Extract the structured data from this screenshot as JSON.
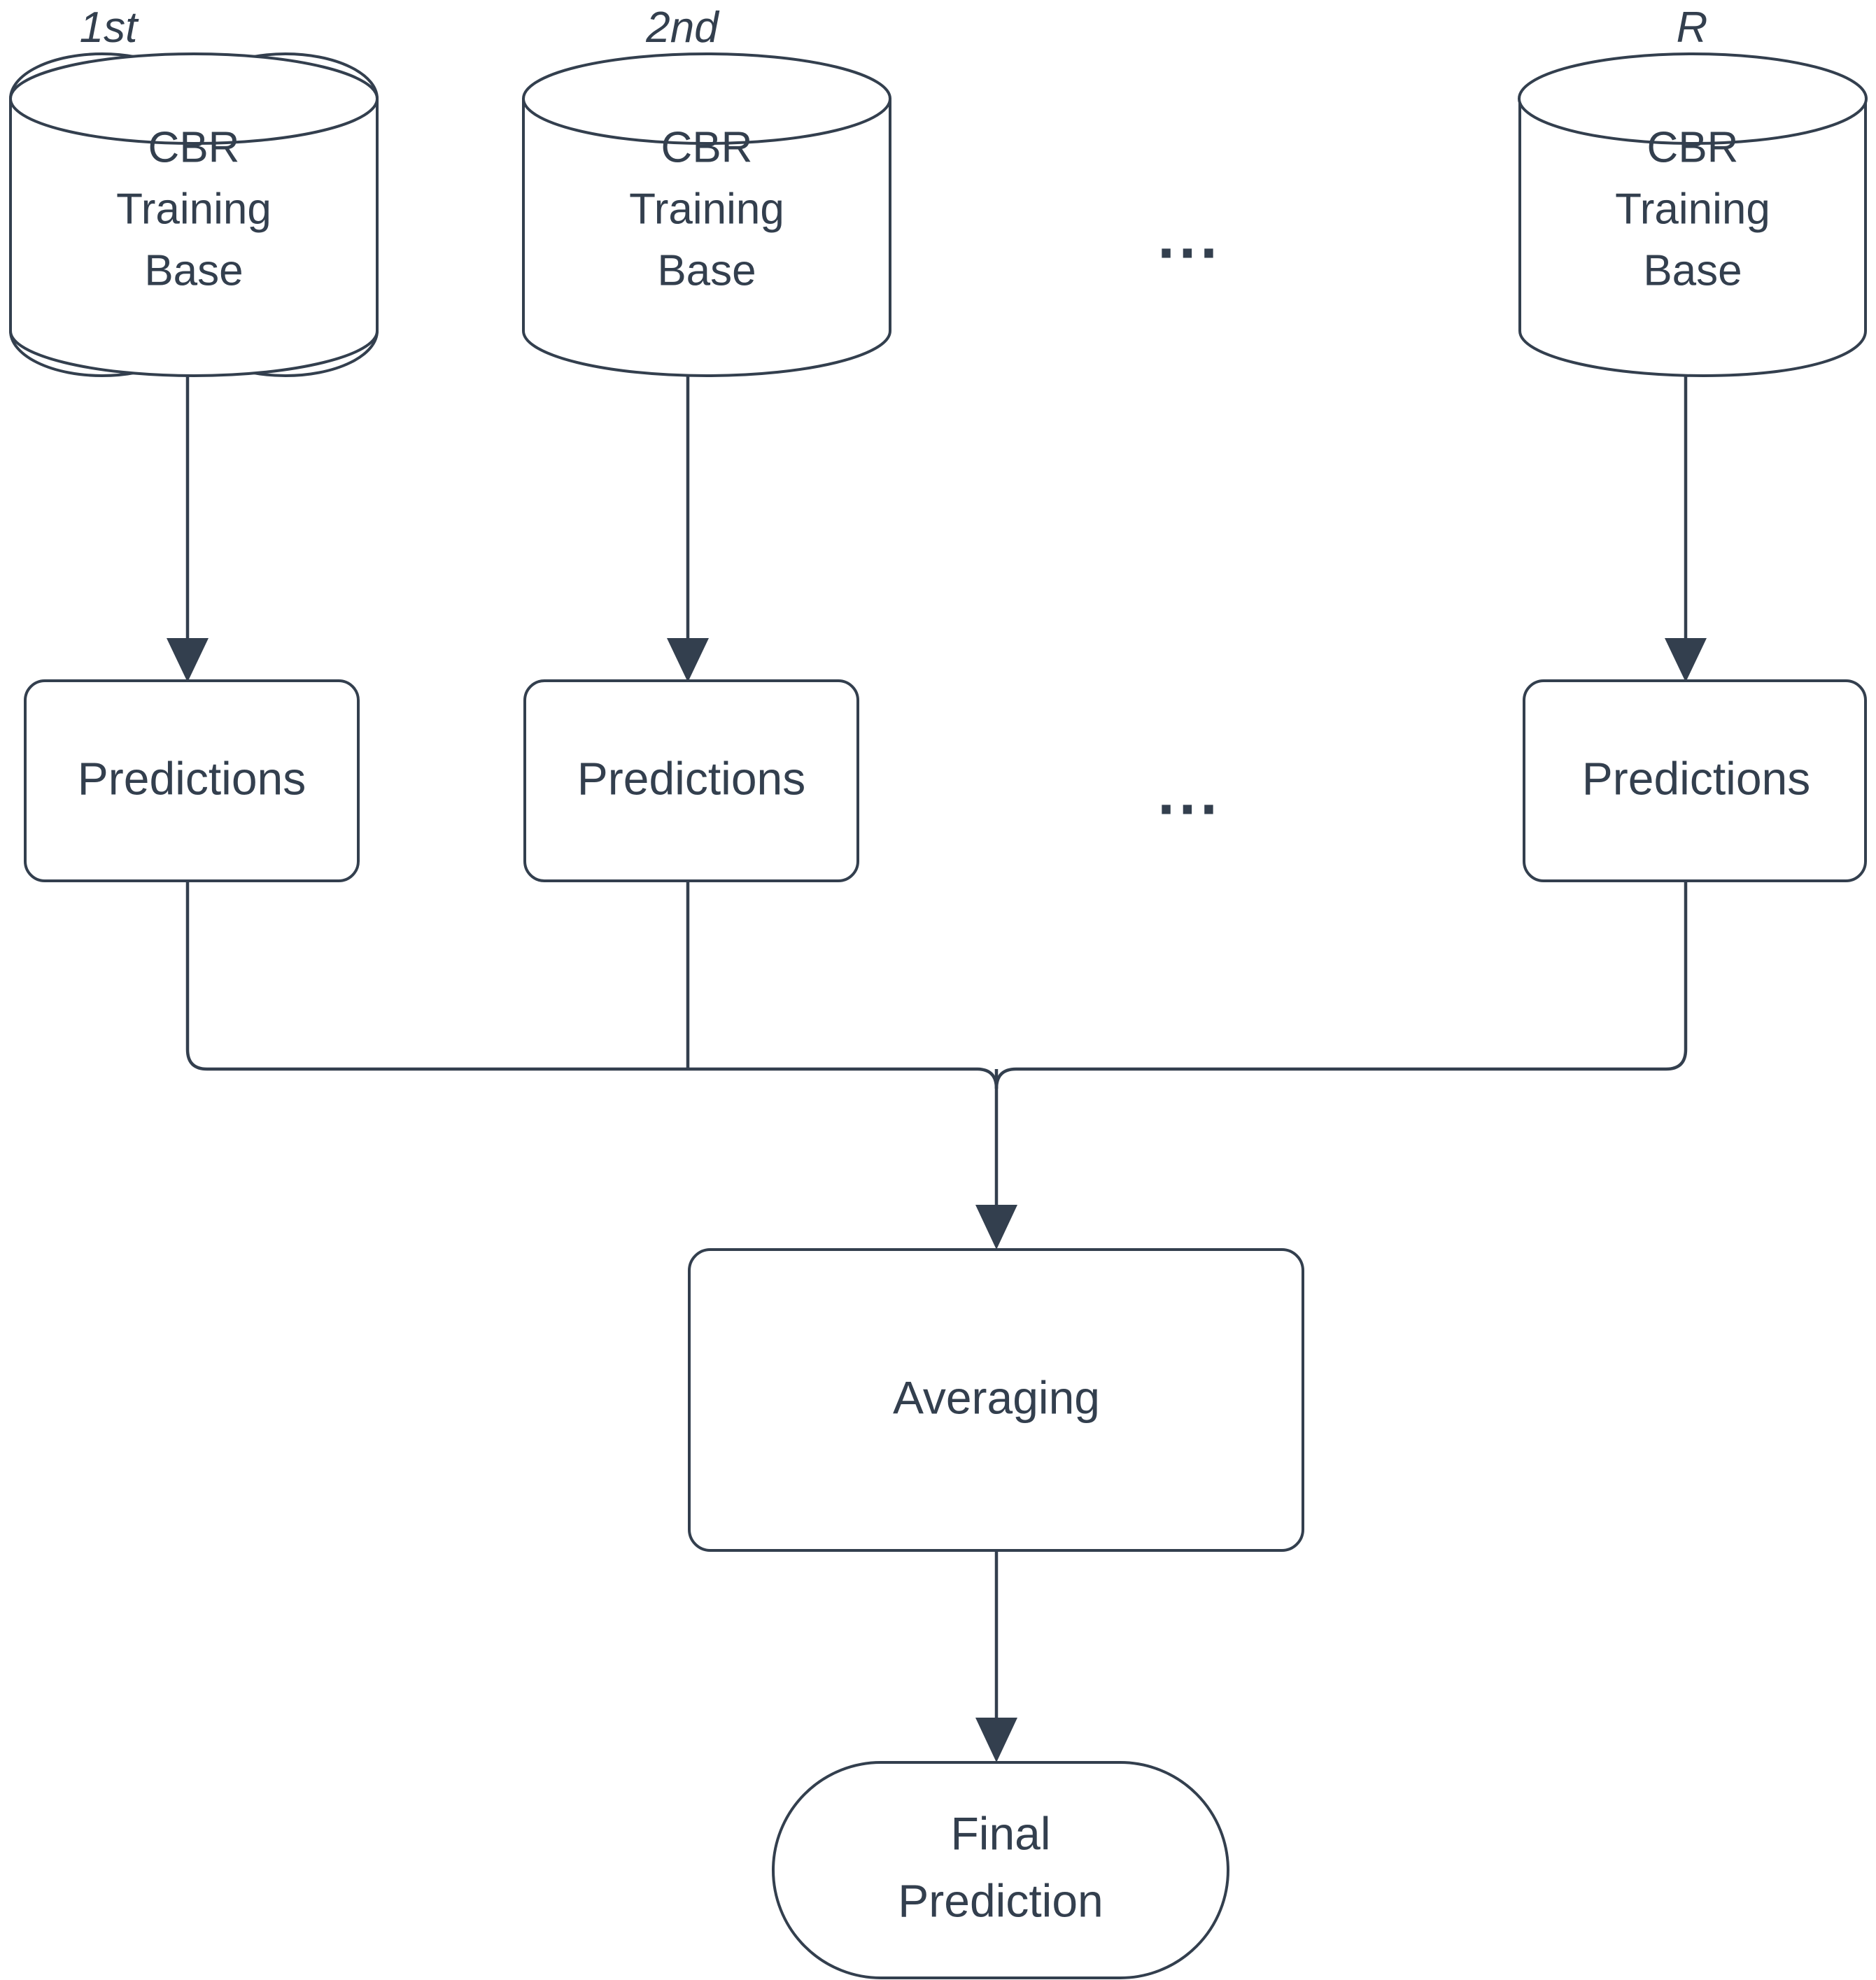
{
  "diagram": {
    "title": "CBR ensemble averaging flow",
    "stroke_color": "#333f4e",
    "fill_color": "#ffffff",
    "background": "#ffffff",
    "ellipsis_glyph": "...",
    "columns": [
      {
        "stage_label": "1st",
        "source_label_line1": "CBR",
        "source_label_line2": "Training",
        "source_label_line3": "Base",
        "predictions_label": "Predictions"
      },
      {
        "stage_label": "2nd",
        "source_label_line1": "CBR",
        "source_label_line2": "Training",
        "source_label_line3": "Base",
        "predictions_label": "Predictions"
      },
      {
        "stage_label": "R",
        "source_label_line1": "CBR",
        "source_label_line2": "Training",
        "source_label_line3": "Base",
        "predictions_label": "Predictions"
      }
    ],
    "aggregate": {
      "averaging_label": "Averaging",
      "final_label_line1": "Final",
      "final_label_line2": "Prediction"
    }
  }
}
